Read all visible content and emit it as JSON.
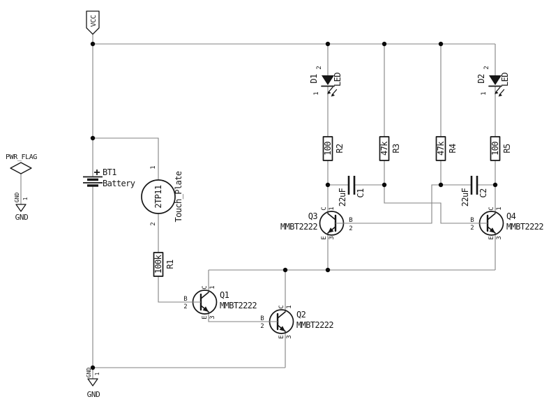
{
  "colors": {
    "background": "#ffffff",
    "wire": "#828282",
    "ink": "#161616"
  },
  "power": {
    "vcc": {
      "label": "VCC"
    },
    "pwr_flag": {
      "label": "PWR_FLAG"
    },
    "gnd": {
      "pin_name": "GND",
      "pin_number": "1",
      "label": "GND"
    }
  },
  "pins": {
    "c": "C",
    "c_num": "1",
    "b": "B",
    "b_num": "2",
    "e": "E",
    "e_num": "3"
  },
  "components": {
    "bt1": {
      "ref": "BT1",
      "value": "Battery",
      "polarity": "+"
    },
    "tp1": {
      "value": "2TP11",
      "label": "Touch_Plate",
      "pin_top": "1",
      "pin_bottom": "2"
    },
    "r1": {
      "ref": "R1",
      "value": "100k"
    },
    "r2": {
      "ref": "R2",
      "value": "100"
    },
    "r3": {
      "ref": "R3",
      "value": "47k"
    },
    "r4": {
      "ref": "R4",
      "value": "47k"
    },
    "r5": {
      "ref": "R5",
      "value": "100"
    },
    "c1": {
      "ref": "C1",
      "value": "22uF"
    },
    "c2": {
      "ref": "C2",
      "value": "22uF"
    },
    "d1": {
      "ref": "D1",
      "value": "LED",
      "pin_top": "2",
      "pin_bottom": "1"
    },
    "d2": {
      "ref": "D2",
      "value": "LED",
      "pin_top": "2",
      "pin_bottom": "1"
    },
    "q1": {
      "ref": "Q1",
      "value": "MMBT2222"
    },
    "q2": {
      "ref": "Q2",
      "value": "MMBT2222"
    },
    "q3": {
      "ref": "Q3",
      "value": "MMBT2222"
    },
    "q4": {
      "ref": "Q4",
      "value": "MMBT2222"
    }
  }
}
